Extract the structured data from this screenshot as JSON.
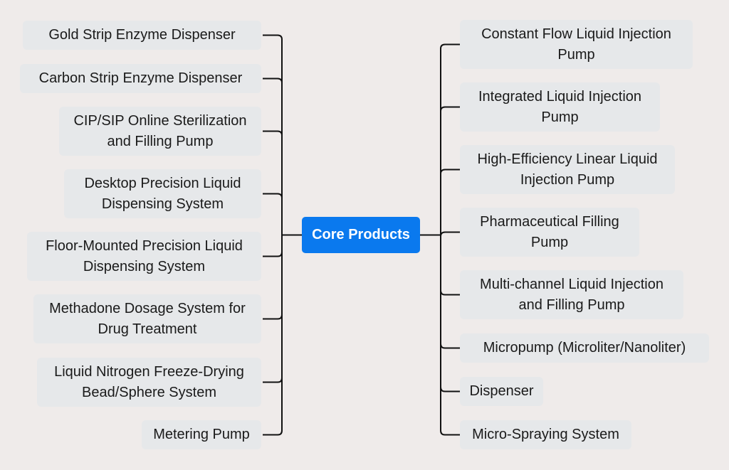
{
  "mindmap": {
    "root": {
      "label": "Core Products",
      "color": "#0a79ee"
    },
    "left_branches": [
      {
        "label": "Gold Strip Enzyme Dispenser"
      },
      {
        "label": "Carbon Strip Enzyme Dispenser"
      },
      {
        "label": "CIP/SIP Online Sterilization\nand Filling Pump"
      },
      {
        "label": "Desktop Precision Liquid\nDispensing System"
      },
      {
        "label": "Floor-Mounted Precision Liquid\nDispensing System"
      },
      {
        "label": "Methadone Dosage System for\nDrug Treatment"
      },
      {
        "label": "Liquid Nitrogen Freeze-Drying\nBead/Sphere System"
      },
      {
        "label": "Metering Pump"
      }
    ],
    "right_branches": [
      {
        "label": "Constant Flow Liquid Injection\nPump"
      },
      {
        "label": "Integrated Liquid Injection\nPump"
      },
      {
        "label": "High-Efficiency Linear Liquid\nInjection Pump"
      },
      {
        "label": "Pharmaceutical Filling\nPump"
      },
      {
        "label": "Multi-channel Liquid Injection\nand Filling Pump"
      },
      {
        "label": "Micropump (Microliter/Nanoliter)"
      },
      {
        "label": "Dispenser"
      },
      {
        "label": "Micro-Spraying System"
      }
    ],
    "colors": {
      "background": "#efebea",
      "node_fill": "#e6e8ea",
      "line": "#111111"
    }
  }
}
